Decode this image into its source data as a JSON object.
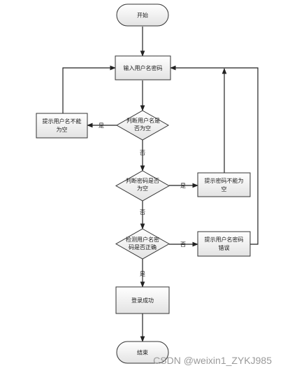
{
  "flowchart": {
    "nodes": {
      "start": "开始",
      "input": "输入用户名密码",
      "check_user_line1": "判断用户名是",
      "check_user_line2": "否为空",
      "user_empty_line1": "提示用户名不能",
      "user_empty_line2": "为空",
      "check_pwd_line1": "判断密码是否",
      "check_pwd_line2": "为空",
      "pwd_empty_line1": "提示密码不能为",
      "pwd_empty_line2": "空",
      "verify_line1": "检测用户名密",
      "verify_line2": "码是否正确",
      "wrong_line1": "提示用户名密码",
      "wrong_line2": "错误",
      "success": "登录成功",
      "end": "结束"
    },
    "edge_labels": {
      "yes_user_empty": "是",
      "no_after_user": "否",
      "yes_pwd_empty": "是",
      "no_after_pwd": "否",
      "no_verify": "否",
      "yes_verify": "是"
    }
  },
  "watermark": "CSDN @weixin1_ZYKJ985"
}
